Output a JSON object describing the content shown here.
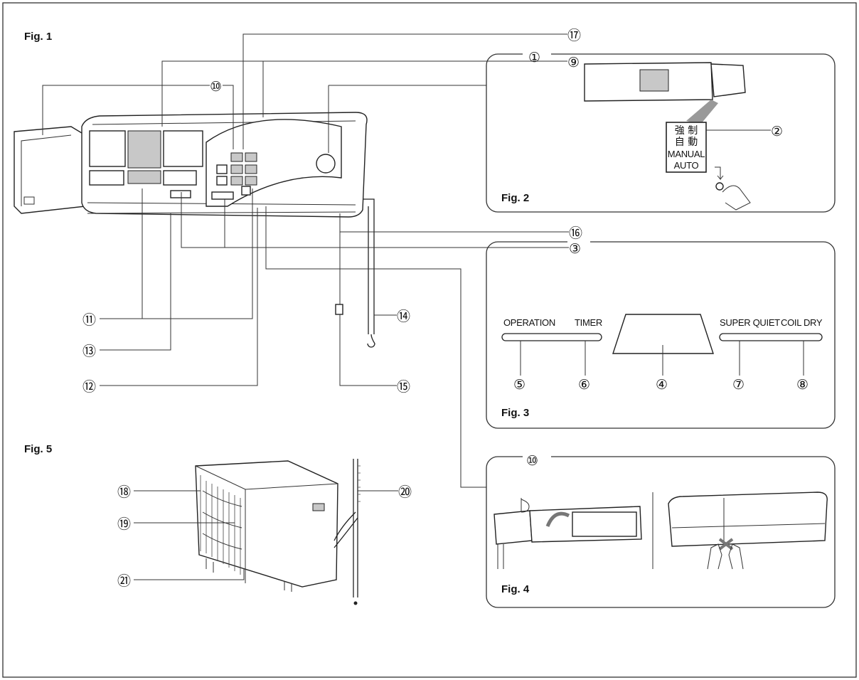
{
  "figures": {
    "fig1": "Fig. 1",
    "fig2": "Fig. 2",
    "fig3": "Fig. 3",
    "fig4": "Fig. 4",
    "fig5": "Fig. 5"
  },
  "callouts": {
    "c1": "①",
    "c2": "②",
    "c3": "③",
    "c4": "④",
    "c5": "⑤",
    "c6": "⑥",
    "c7": "⑦",
    "c8": "⑧",
    "c9": "⑨",
    "c10": "⑩",
    "c10b": "⑩",
    "c11": "⑪",
    "c12": "⑫",
    "c13": "⑬",
    "c14": "⑭",
    "c15": "⑮",
    "c16": "⑯",
    "c17": "⑰",
    "c18": "⑱",
    "c19": "⑲",
    "c20": "⑳",
    "c21": "㉑"
  },
  "manual_switch": {
    "line1": "強 制",
    "line2": "自 動",
    "line3": "MANUAL",
    "line4": "AUTO"
  },
  "indicators": {
    "operation": "OPERATION",
    "timer": "TIMER",
    "super_quiet": "SUPER QUIET",
    "coil_dry": "COIL DRY"
  }
}
